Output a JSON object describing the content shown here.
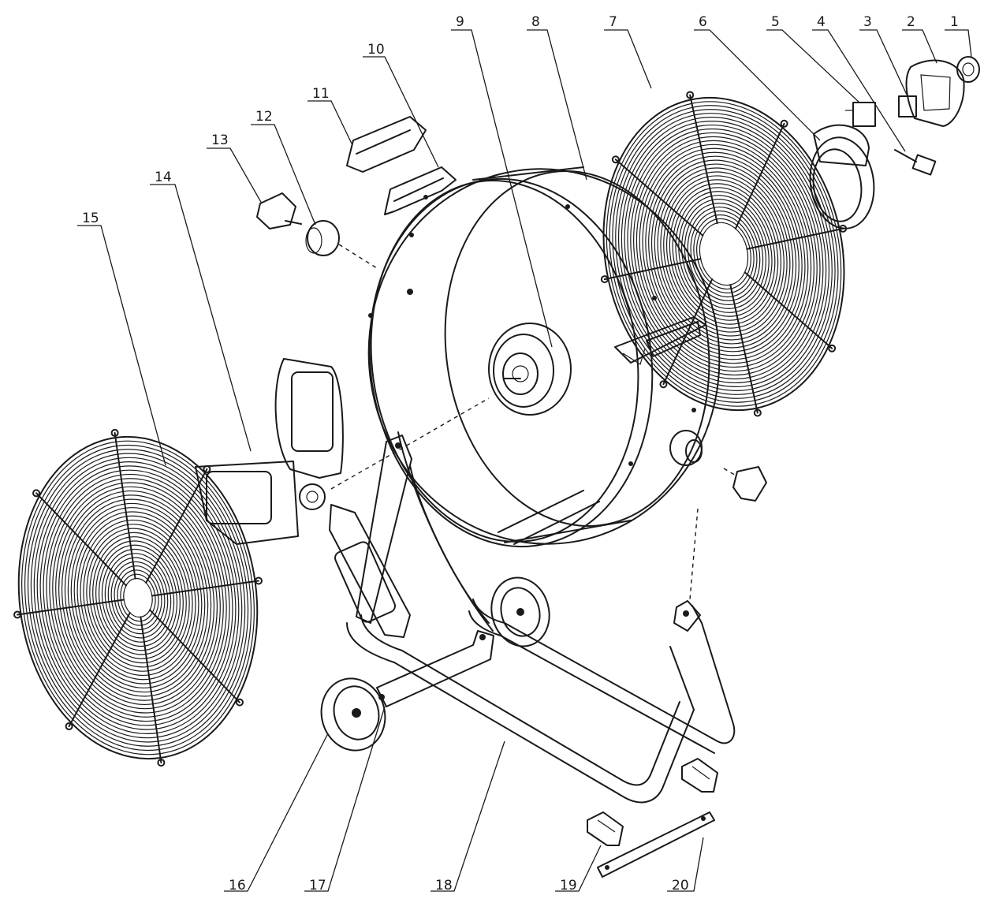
{
  "callouts": [
    {
      "id": 1,
      "label": "1"
    },
    {
      "id": 2,
      "label": "2"
    },
    {
      "id": 3,
      "label": "3"
    },
    {
      "id": 4,
      "label": "4"
    },
    {
      "id": 5,
      "label": "5"
    },
    {
      "id": 6,
      "label": "6"
    },
    {
      "id": 7,
      "label": "7"
    },
    {
      "id": 8,
      "label": "8"
    },
    {
      "id": 9,
      "label": "9"
    },
    {
      "id": 10,
      "label": "10"
    },
    {
      "id": 11,
      "label": "11"
    },
    {
      "id": 12,
      "label": "12"
    },
    {
      "id": 13,
      "label": "13"
    },
    {
      "id": 14,
      "label": "14"
    },
    {
      "id": 15,
      "label": "15"
    },
    {
      "id": 16,
      "label": "16"
    },
    {
      "id": 17,
      "label": "17"
    },
    {
      "id": 18,
      "label": "18"
    },
    {
      "id": 19,
      "label": "19"
    },
    {
      "id": 20,
      "label": "20"
    }
  ],
  "colors": {
    "line": "#1a1a1a",
    "background": "#ffffff"
  }
}
